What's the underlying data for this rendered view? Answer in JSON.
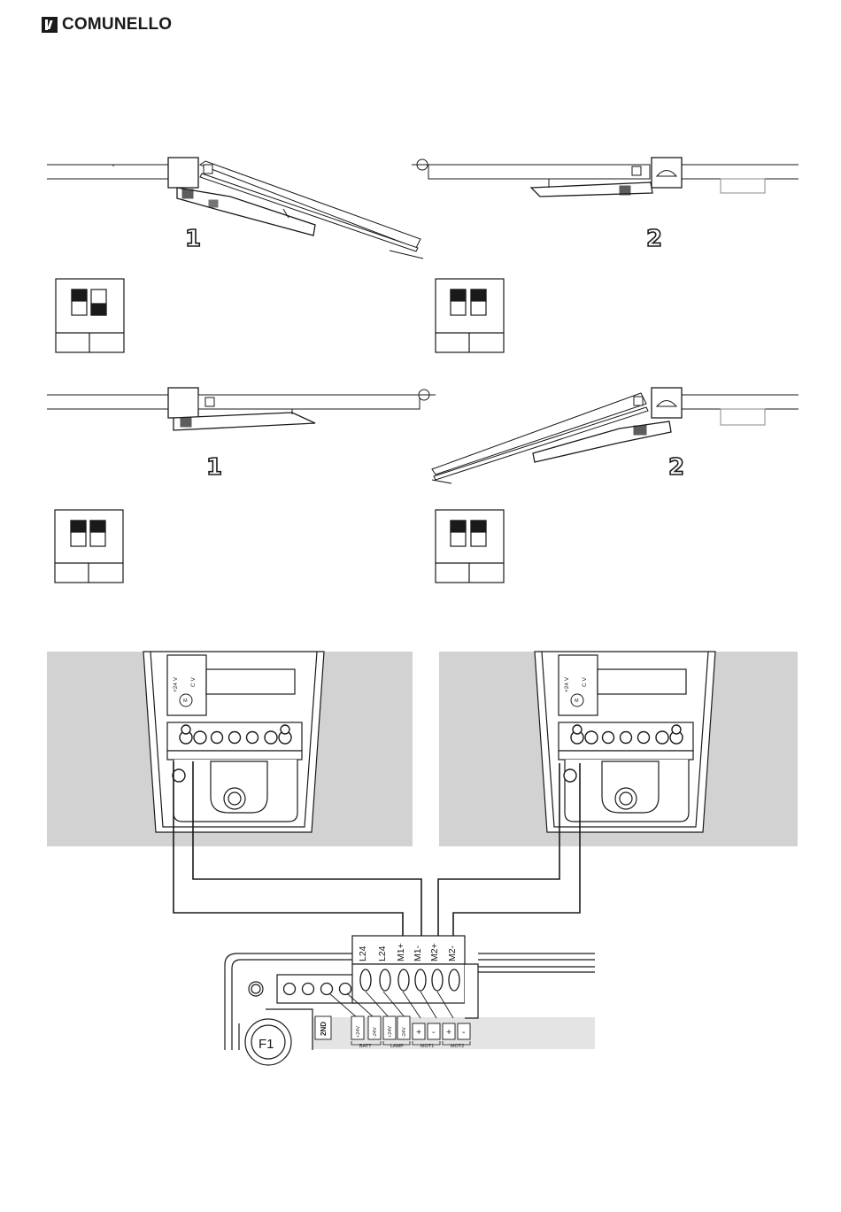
{
  "brand": {
    "name": "COMUNELLO"
  },
  "diagrams": {
    "row1": {
      "left_number": "1",
      "right_number": "2"
    },
    "row2": {
      "left_number": "1",
      "right_number": "2"
    }
  },
  "dip_switches": [
    {
      "id": "row1-left",
      "sw1": "up",
      "sw2": "down"
    },
    {
      "id": "row1-right",
      "sw1": "up",
      "sw2": "up"
    },
    {
      "id": "row2-left",
      "sw1": "up",
      "sw2": "up"
    },
    {
      "id": "row2-right",
      "sw1": "up",
      "sw2": "up"
    }
  ],
  "motor": {
    "voltage": "+24 V",
    "cv": "C V",
    "m": "M"
  },
  "terminal_top": {
    "labels": [
      "L24",
      "L24",
      "M1+",
      "M1-",
      "M2+",
      "M2-"
    ]
  },
  "terminal_bottom": {
    "labels": [
      "2ND",
      "+24V",
      "-24V",
      "+24V",
      "-24V",
      "+",
      "-",
      "+",
      "-"
    ],
    "groups": [
      "BATT",
      "LAMP",
      "MOT1",
      "MOT2"
    ]
  },
  "fuse": {
    "label": "F1"
  },
  "colors": {
    "panel_gray": "#d2d2d2",
    "terminal_gray": "#e4e4e4",
    "ink": "#1a1a1a"
  }
}
